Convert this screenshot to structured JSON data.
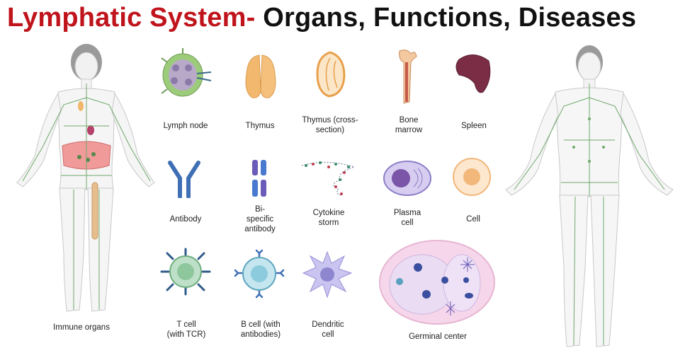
{
  "title": {
    "part1": "Lymphatic System-",
    "part2": " Organs, Functions, Diseases"
  },
  "labels": {
    "immune_organs": "Immune organs",
    "lymph_node": "Lymph node",
    "thymus": "Thymus",
    "thymus_cross_l1": "Thymus (cross-",
    "thymus_cross_l2": "section)",
    "bone_marrow_l1": "Bone",
    "bone_marrow_l2": "marrow",
    "spleen": "Spleen",
    "antibody": "Antibody",
    "bispecific_l1": "Bi-",
    "bispecific_l2": "specific",
    "bispecific_l3": "antibody",
    "cytokine_l1": "Cytokine",
    "cytokine_l2": "storm",
    "plasma_l1": "Plasma",
    "plasma_l2": "cell",
    "cell": "Cell",
    "tcell_l1": "T cell",
    "tcell_l2": "(with TCR)",
    "bcell_l1": "B cell  (with",
    "bcell_l2": "antibodies)",
    "dendritic_l1": "Dendritic",
    "dendritic_l2": "cell",
    "germinal_center": "Germinal center"
  },
  "colors": {
    "title_red": "#c0141c",
    "title_black": "#111111",
    "lymph_green": "#6fa86a",
    "antibody_blue": "#3f6fb5",
    "plasma_purple": "#8d7fc8",
    "cell_orange": "#f2b77a"
  }
}
